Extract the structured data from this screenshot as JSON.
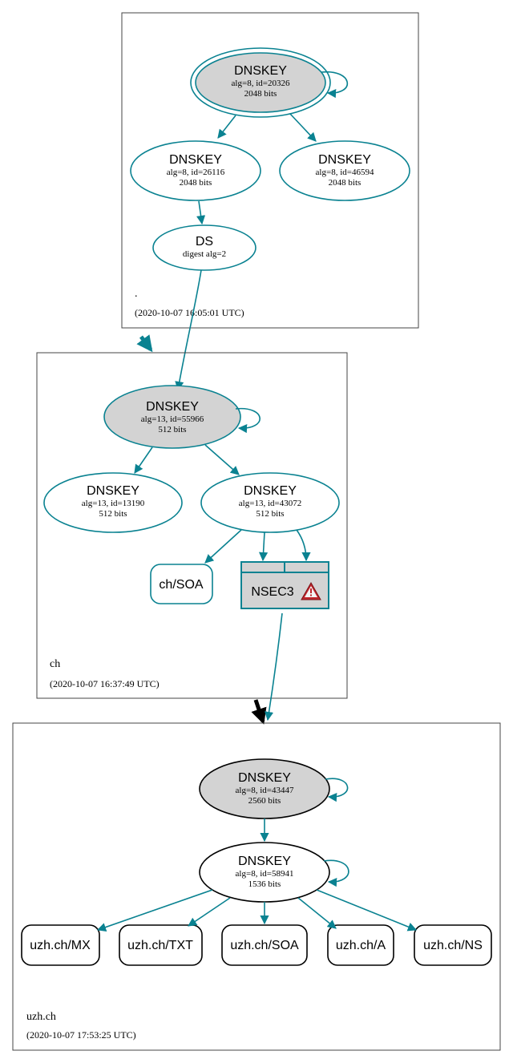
{
  "colors": {
    "teal": "#0a8291",
    "grey_fill": "#d3d3d3",
    "black": "#000000",
    "warning_red": "#c0272d"
  },
  "zones": {
    "root": {
      "name": ".",
      "date": "(2020-10-07 16:05:01 UTC)",
      "ksk": {
        "type": "DNSKEY",
        "detail": "alg=8, id=20326",
        "bits": "2048 bits"
      },
      "zsk1": {
        "type": "DNSKEY",
        "detail": "alg=8, id=26116",
        "bits": "2048 bits"
      },
      "zsk2": {
        "type": "DNSKEY",
        "detail": "alg=8, id=46594",
        "bits": "2048 bits"
      },
      "ds": {
        "type": "DS",
        "detail": "digest alg=2"
      }
    },
    "ch": {
      "name": "ch",
      "date": "(2020-10-07 16:37:49 UTC)",
      "ksk": {
        "type": "DNSKEY",
        "detail": "alg=13, id=55966",
        "bits": "512 bits"
      },
      "zsk1": {
        "type": "DNSKEY",
        "detail": "alg=13, id=13190",
        "bits": "512 bits"
      },
      "zsk2": {
        "type": "DNSKEY",
        "detail": "alg=13, id=43072",
        "bits": "512 bits"
      },
      "soa": "ch/SOA",
      "nsec3": "NSEC3",
      "warning_icon": "warning-triangle-icon"
    },
    "uzh": {
      "name": "uzh.ch",
      "date": "(2020-10-07 17:53:25 UTC)",
      "ksk": {
        "type": "DNSKEY",
        "detail": "alg=8, id=43447",
        "bits": "2560 bits"
      },
      "zsk": {
        "type": "DNSKEY",
        "detail": "alg=8, id=58941",
        "bits": "1536 bits"
      },
      "records": [
        "uzh.ch/MX",
        "uzh.ch/TXT",
        "uzh.ch/SOA",
        "uzh.ch/A",
        "uzh.ch/NS"
      ]
    }
  }
}
